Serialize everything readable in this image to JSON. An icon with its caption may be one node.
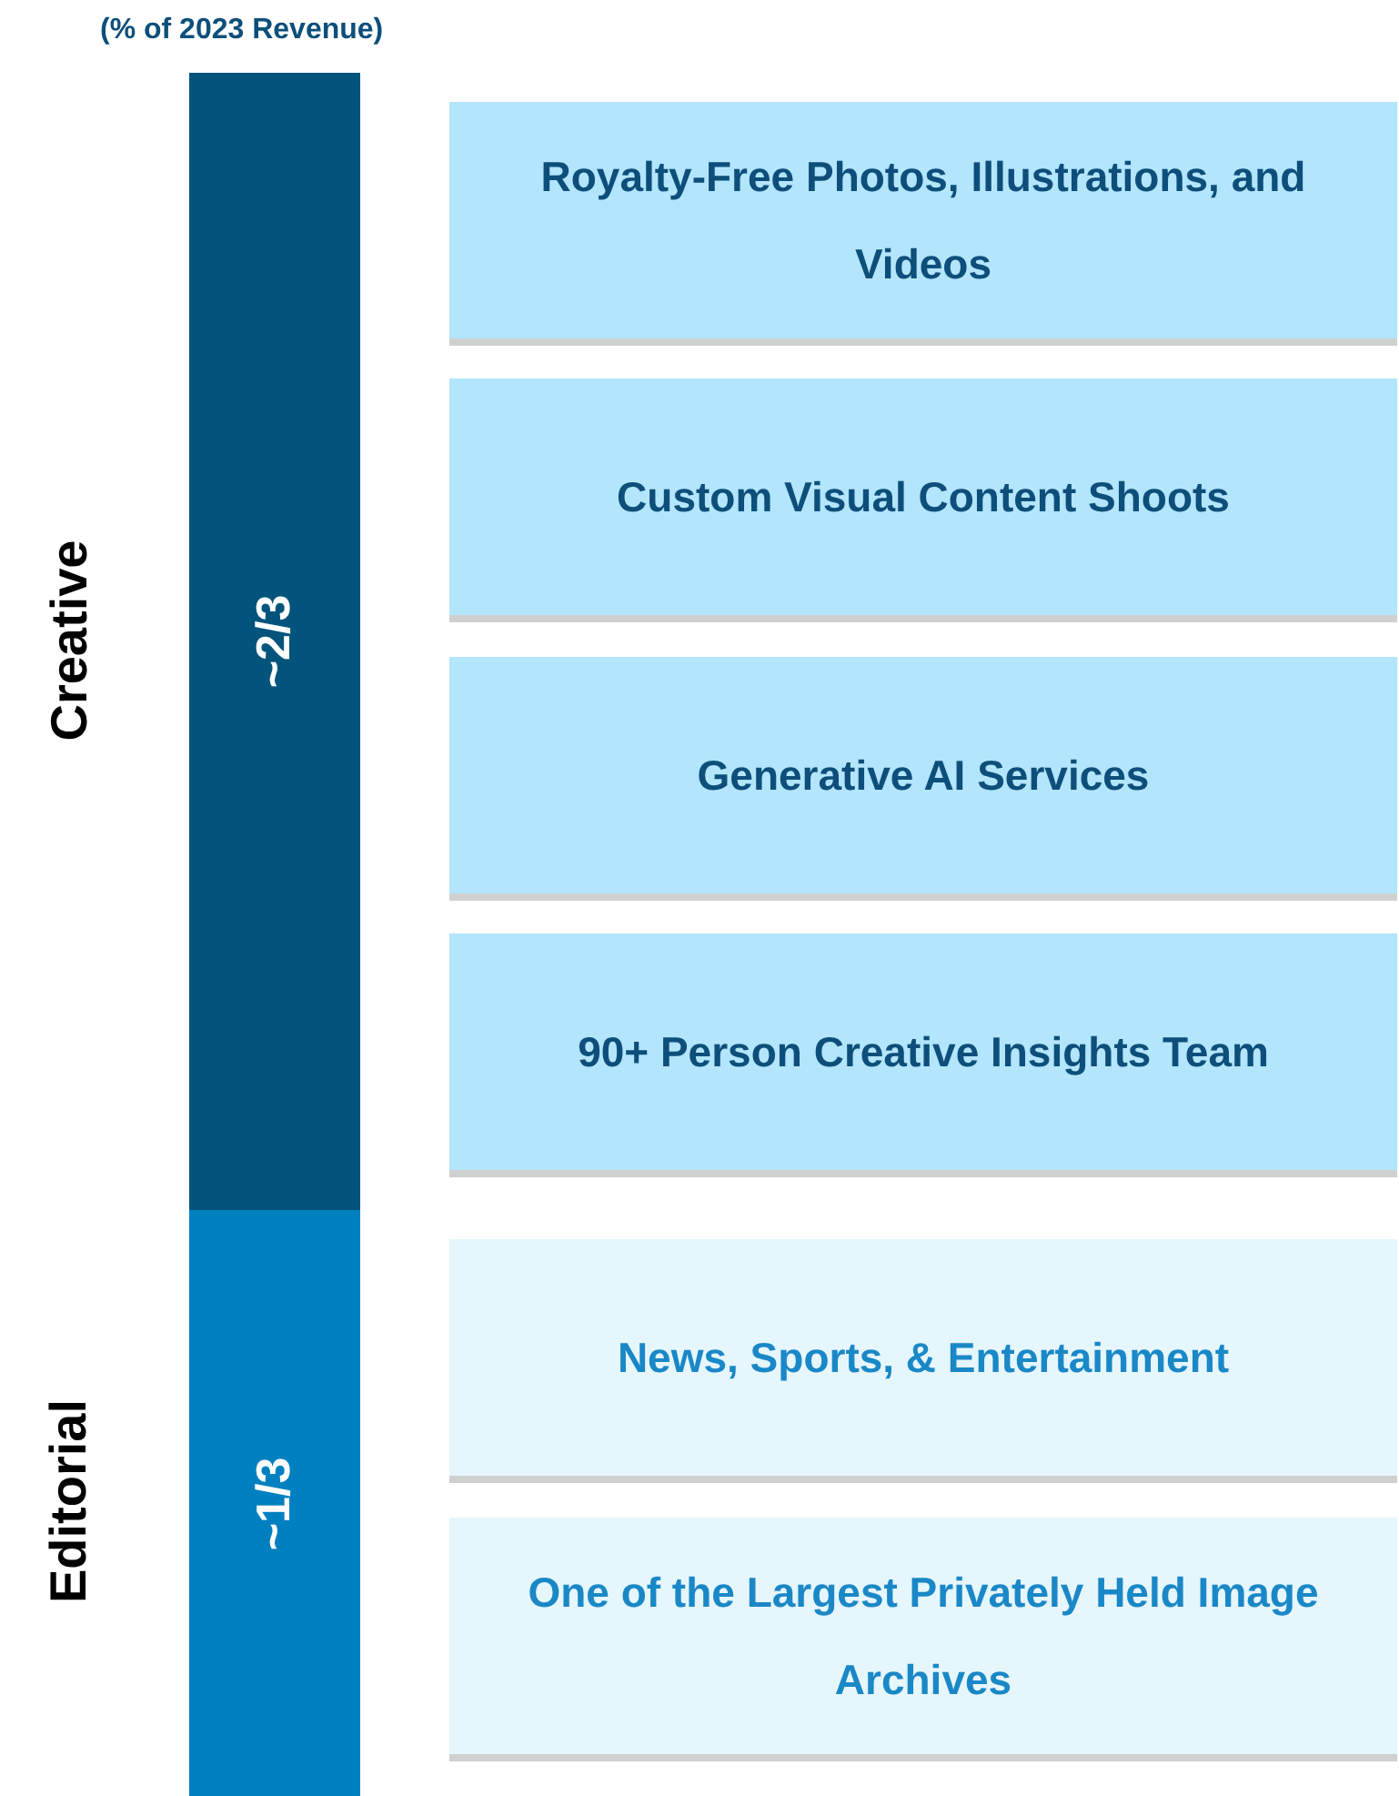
{
  "diagram": {
    "nodes": [
      {
        "text": [
          "~2/3"
        ],
        "beside": [
          "Creative"
        ]
      },
      {
        "text": [
          "~1/3"
        ],
        "beside": [
          "Editorial"
        ]
      },
      {
        "text": [
          "Royalty-Free Photos, Illustrations, and Videos"
        ]
      },
      {
        "text": [
          "Custom Visual Content Shoots"
        ]
      },
      {
        "text": [
          "Generative AI Services"
        ]
      },
      {
        "text": [
          "90+ Person Creative Insights Team"
        ]
      },
      {
        "text": [
          "News, Sports, & Entertainment"
        ]
      },
      {
        "text": [
          "One of the Largest Privately Held Image Archives"
        ]
      }
    ],
    "edges": [],
    "labels": [
      "(% of 2023 Revenue)"
    ]
  }
}
